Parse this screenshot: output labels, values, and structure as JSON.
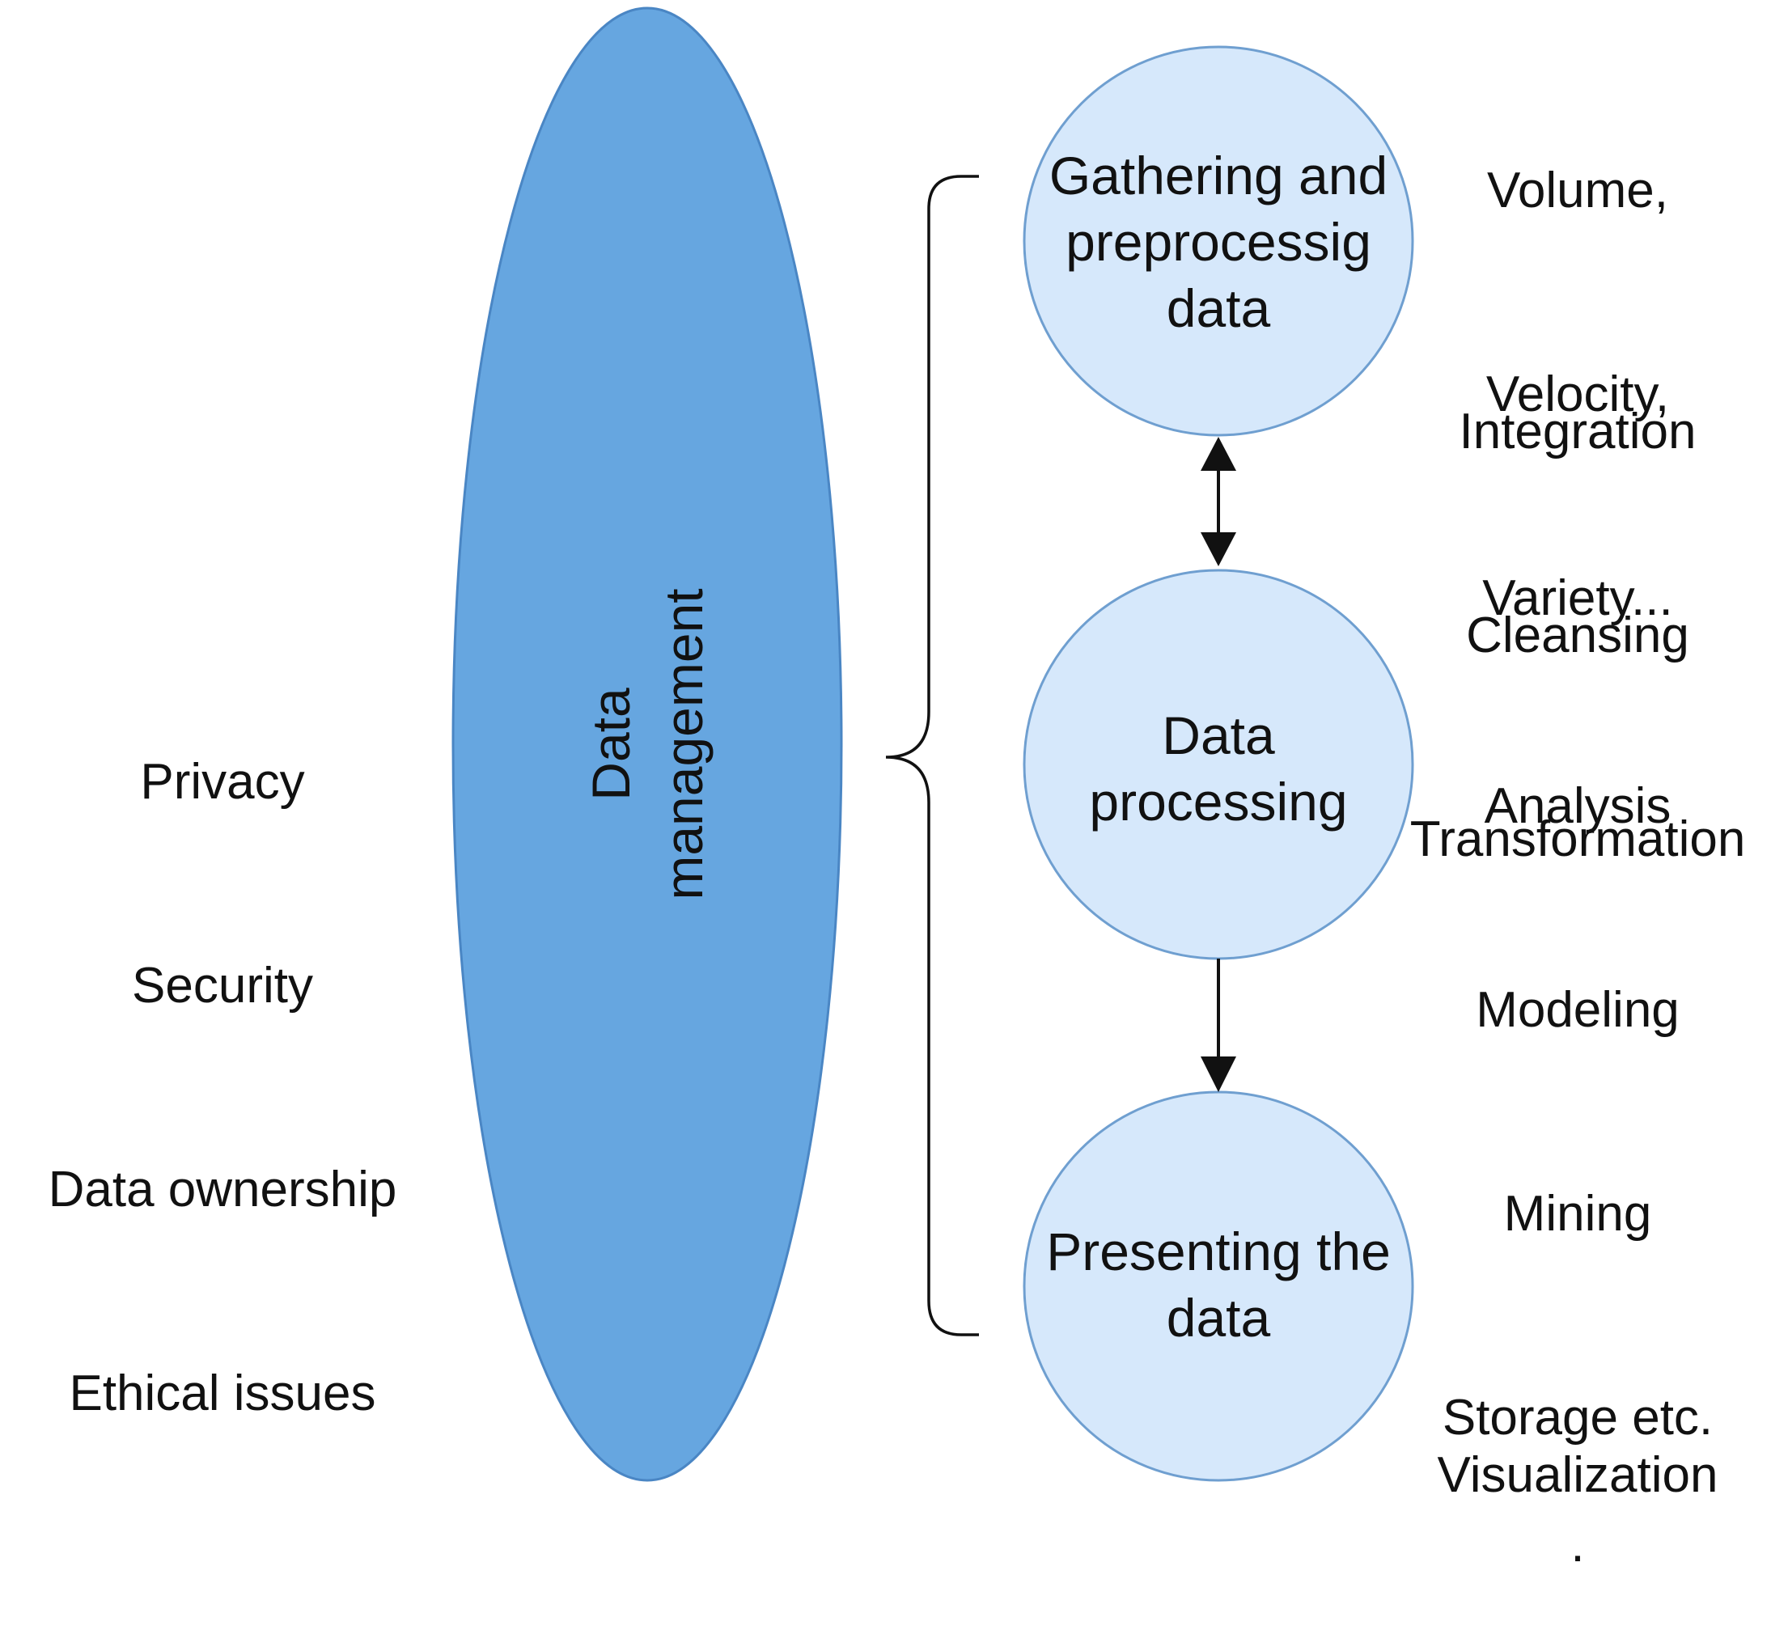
{
  "colors": {
    "ellipse_fill": "#66a6e0",
    "ellipse_stroke": "#4a86c4",
    "circle_fill": "#d6e8fb",
    "circle_stroke": "#6f9fd0",
    "line": "#111111"
  },
  "ellipse": {
    "label_lines": [
      "Data",
      "management"
    ]
  },
  "concerns": [
    "Privacy",
    "Security",
    "Data ownership",
    "Ethical issues"
  ],
  "nodes": [
    {
      "label_lines": [
        "Gathering and",
        "preprocessig",
        "data"
      ]
    },
    {
      "label_lines": [
        "Data",
        "processing"
      ]
    },
    {
      "label_lines": [
        "Presenting the",
        "data"
      ]
    }
  ],
  "annotations": {
    "three_v": [
      "Volume,",
      "Velocity,",
      "Variety..."
    ],
    "preprocessing": [
      "Integration",
      "Cleansing",
      "Transformation"
    ],
    "processing": [
      "Analysis",
      "Modeling",
      "Mining",
      "Storage etc."
    ],
    "presenting": [
      "Visualization"
    ],
    "presenting_dot": "."
  }
}
